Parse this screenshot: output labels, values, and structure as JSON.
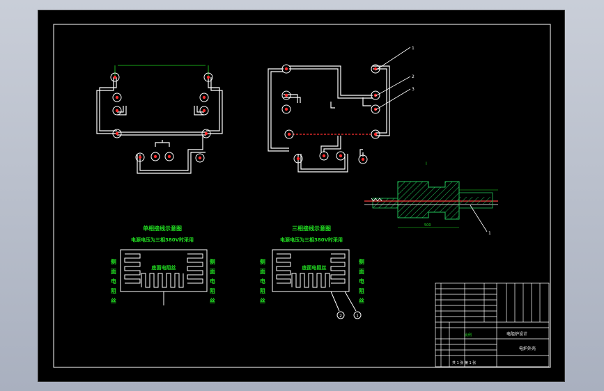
{
  "colors": {
    "background": "#000000",
    "frame": "#ffffff",
    "wire": "#ffffff",
    "terminal": "#ff2a2a",
    "label_green": "#22dd22",
    "dim_green": "#22dd22",
    "hatch_green": "#22c45a",
    "leader": "#ffffff"
  },
  "single_phase_title": "单相接线示意图",
  "single_phase_subtitle": "电源电压为三相380V时采用",
  "three_phase_title": "三相接线示意图",
  "three_phase_subtitle": "电源电压为三相380V时采用",
  "left_side_label": "侧面电阻丝",
  "right_side_label": "侧面电阻丝",
  "bottom_label": "底面电阻丝",
  "right_side_label_2": "侧面电阻丝",
  "bottom_label_2": "底面电阻丝",
  "callout_1": "1",
  "callout_2": "2",
  "part_labels": [
    "1",
    "2",
    "3"
  ],
  "section_mark": "Ⅰ",
  "title_block": {
    "drawing_name": "电炉外壳",
    "company": "电阻炉设计",
    "scale_label": "比例",
    "sheet_label": "共 1 张  第 1 张"
  },
  "icons": {
    "terminal": "terminal-circle-icon"
  }
}
